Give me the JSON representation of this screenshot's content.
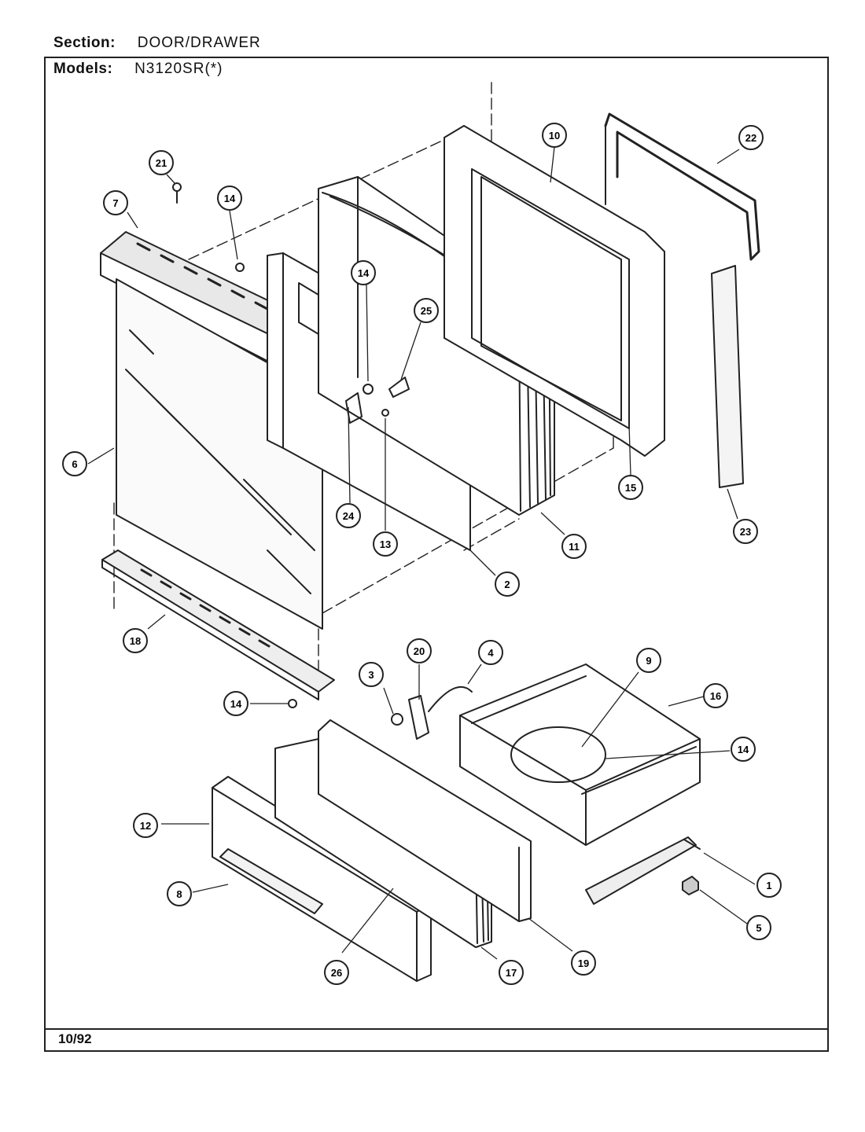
{
  "header": {
    "section_label": "Section:",
    "section_value": "DOOR/DRAWER",
    "models_label": "Models:",
    "models_value": "N3120SR(*)"
  },
  "footer": {
    "date": "10/92"
  },
  "callouts": [
    "21",
    "7",
    "14",
    "10",
    "22",
    "14",
    "25",
    "6",
    "24",
    "13",
    "11",
    "15",
    "23",
    "2",
    "18",
    "20",
    "4",
    "9",
    "16",
    "3",
    "14",
    "14",
    "12",
    "1",
    "8",
    "5",
    "26",
    "17",
    "19"
  ]
}
